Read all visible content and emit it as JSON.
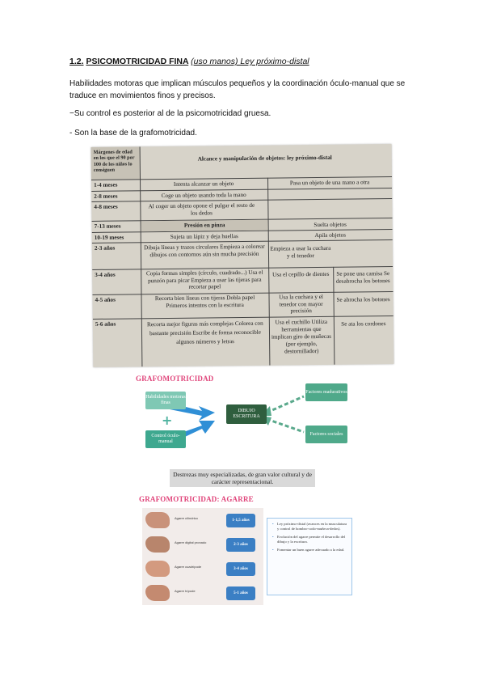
{
  "section": {
    "number": "1.2.",
    "title": "PSICOMOTRICIDAD FINA",
    "subtitle": "(uso manos) Ley próximo-distal"
  },
  "paragraphs": [
    "Habilidades motoras que implican músculos pequeños y la coordinación óculo-manual que se traduce en movimientos finos y precisos.",
    "−Su control es posterior al de la psicomotricidad gruesa.",
    "- Son la base de la grafomotricidad."
  ],
  "table": {
    "header_left": "Márgenes de edad en los que el 90 por 100 de los niños lo consiguen",
    "header_right": "Alcance y manipulación de objetos: ley próximo-distal",
    "rows": [
      {
        "age": "1-4 meses",
        "c1": "Intenta alcanzar un objeto",
        "c2": "Pasa un objeto de una mano a otra",
        "c3": ""
      },
      {
        "age": "2-8 meses",
        "c1": "Coge un objeto usando toda la mano",
        "c2": "",
        "c3": ""
      },
      {
        "age": "4-8 meses",
        "c1": "Al coger un objeto opone el pulgar el resto de los dedos",
        "c2": "",
        "c3": ""
      },
      {
        "age": "7-13 meses",
        "c1": "Presión en pinza",
        "c2": "Suelta objetos",
        "c3": ""
      },
      {
        "age": "10-19 meses",
        "c1": "Sujeta un lápiz y deja huellas",
        "c2": "Apila objetos",
        "c3": ""
      },
      {
        "age": "2-3 años",
        "c1": "Dibuja líneas y trazos circulares Empieza a colorear dibujos con contornos aún sin mucha precisión",
        "c2": "Empieza a usar la cuchara y el tenedor",
        "c3": ""
      },
      {
        "age": "3-4 años",
        "c1": "Copia formas simples (círculo, cuadrado...) Usa el punzón para picar Empieza a usar las tijeras para recortar papel",
        "c2": "Usa el cepillo de dientes",
        "c3": "Se pone una camisa Se desabrocha los botones"
      },
      {
        "age": "4-5 años",
        "c1": "Recorta bien líneas con tijeras Dobla papel Primeros intentos con la escritura",
        "c2": "Usa la cuchara y el tenedor con mayor precisión",
        "c3": "Se abrocha los botones"
      },
      {
        "age": "5-6 años",
        "c1": "Recorta mejor figuras más complejas Colorea con bastante precisión Escribe de forma reconocible algunos números y letras",
        "c2": "Usa el cuchillo Utiliza herramientas que implican giro de muñecas (por ejemplo, destornillador)",
        "c3": "Se ata los cordones"
      }
    ]
  },
  "diagram": {
    "title": "GRAFOMOTRICIDAD",
    "box_habilidades": "Habilidades motoras finas",
    "box_control": "Control óculo-manual",
    "box_center": "DIBUJO ESCRITURA",
    "box_factores1": "Factores madurativos",
    "box_factores2": "Factores sociales",
    "caption": "Destrezas muy especializadas, de gran valor cultural y de carácter representacional.",
    "colors": {
      "teal": "#3ea88f",
      "green_dark": "#2f7d4f",
      "arrow_blue": "#2f8fd6",
      "dashed": "#5aa98c",
      "title_pink": "#e0447a"
    }
  },
  "agarre": {
    "title": "GRAFOMOTRICIDAD: AGARRE",
    "grips": [
      {
        "name": "Agarre cilíndrico",
        "age": "1-1,5 años"
      },
      {
        "name": "Agarre digital pronado",
        "age": "2-3 años"
      },
      {
        "name": "Agarre cuadrípode",
        "age": "3-4 años"
      },
      {
        "name": "Agarre trípode",
        "age": "5-1 años"
      }
    ],
    "notes": [
      "Ley próximo-distal (avances en la musculatura y control de hombro-codo-muñeca-dedos).",
      "Evolución del agarre permite el desarrollo del dibujo y la escritura.",
      "Fomentar un buen agarre adecuado a la edad."
    ]
  }
}
